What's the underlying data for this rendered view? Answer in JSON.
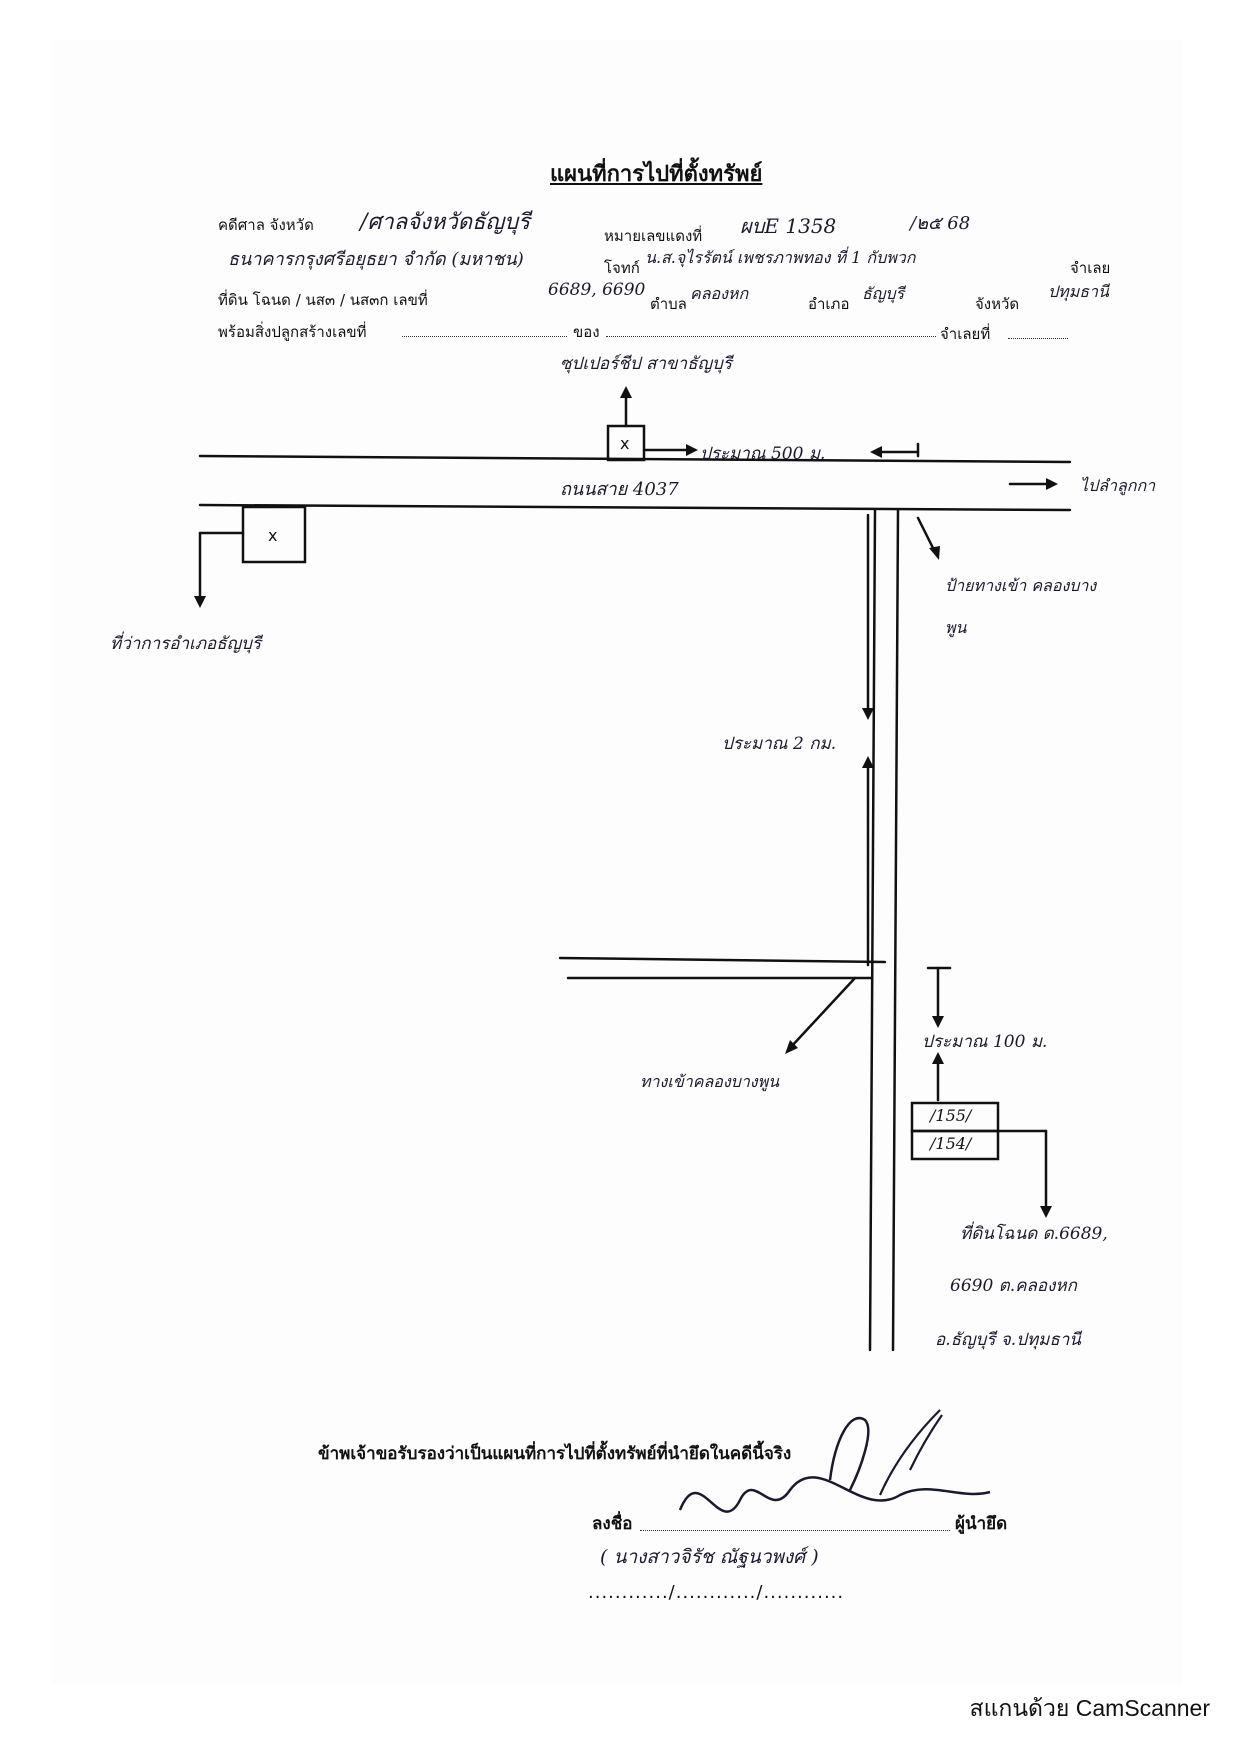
{
  "document": {
    "title": "แผนที่การไปที่ตั้งทรัพย์",
    "header": {
      "court_label": "คดีศาล จังหวัด",
      "court_value": "/ศาลจังหวัดธัญบุรี",
      "case_no_label": "หมายเลขแดงที่",
      "case_no_value": "ผบE 1358",
      "year_value": "/๒๕ 68",
      "plaintiff_value": "ธนาคารกรุงศรีอยุธยา จำกัด (มหาชน)",
      "defendant_label": "โจทก์",
      "defendant_value": "น.ส.จุไรรัตน์ เพชรภาพทอง ที่ 1 กับพวก",
      "debtor_label": "จำเลย",
      "land_label": "ที่ดิน โฉนด / นส๓ / นส๓ก เลขที่",
      "land_no_value": "6689, 6690",
      "subdistrict_label": "ตำบล",
      "subdistrict_value": "คลองหก",
      "district_label": "อำเภอ",
      "district_value": "ธัญบุรี",
      "province_label": "จังหวัด",
      "province_value": "ปทุมธานี",
      "building_label": "พร้อมสิ่งปลูกสร้างเลขที่",
      "of_label": "ของ",
      "debtor2_label": "จำเลยที่"
    },
    "map": {
      "supermarket": "ซุปเปอร์ชีป สาขาธัญบุรี",
      "approx_500": "ประมาณ 500 ม.",
      "highway": "ถนนสาย 4037",
      "to_direction": "ไปลำลูกกา",
      "district_office": "ที่ว่าการอำเภอธัญบุรี",
      "entrance_sign": "ป้ายทางเข้า คลองบางพูน",
      "approx_2km": "ประมาณ 2 กม.",
      "side_road": "ทางเข้าคลองบางพูน",
      "approx_100": "ประมาณ 100 ม.",
      "plot_1": "/155/",
      "plot_2": "/154/",
      "property_desc_1": "ที่ดินโฉนด ด.6689,",
      "property_desc_2": "6690 ต.คลองหก",
      "property_desc_3": "อ.ธัญบุรี จ.ปทุมธานี"
    },
    "certification": "ข้าพเจ้าขอรับรองว่าเป็นแผนที่การไปที่ตั้งทรัพย์ที่นำยึดในคดีนี้จริง",
    "sign_label": "ลงชื่อ",
    "signer_role": "ผู้นำยึด",
    "signer_name": "( นางสาวจิรัช ณัฐนวพงศ์ )",
    "date_line": "............/............/............"
  },
  "footer": {
    "scanner_text": "สแกนด้วย CamScanner"
  }
}
